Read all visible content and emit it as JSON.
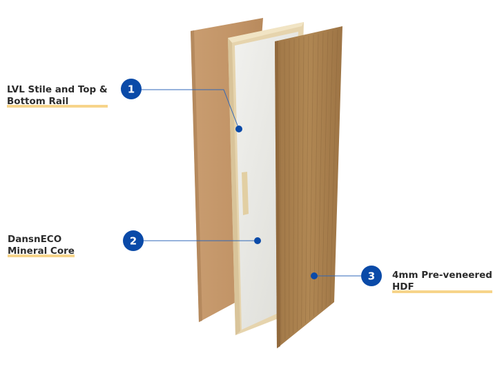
{
  "callouts": [
    {
      "number": "1",
      "line1": "LVL Stile and Top &",
      "line2": "Bottom Rail"
    },
    {
      "number": "2",
      "line1": "DansnECO",
      "line2": "Mineral Core"
    },
    {
      "number": "3",
      "line1": "4mm Pre-veneered",
      "line2": "HDF"
    }
  ],
  "colors": {
    "badge": "#0a4aa8",
    "highlight": "#f7d48a",
    "text": "#2b2b2b",
    "back_panel": "#c4986a",
    "core": "#e9e9e4",
    "frame": "#eadbb8",
    "veneer": "#a8804f"
  }
}
